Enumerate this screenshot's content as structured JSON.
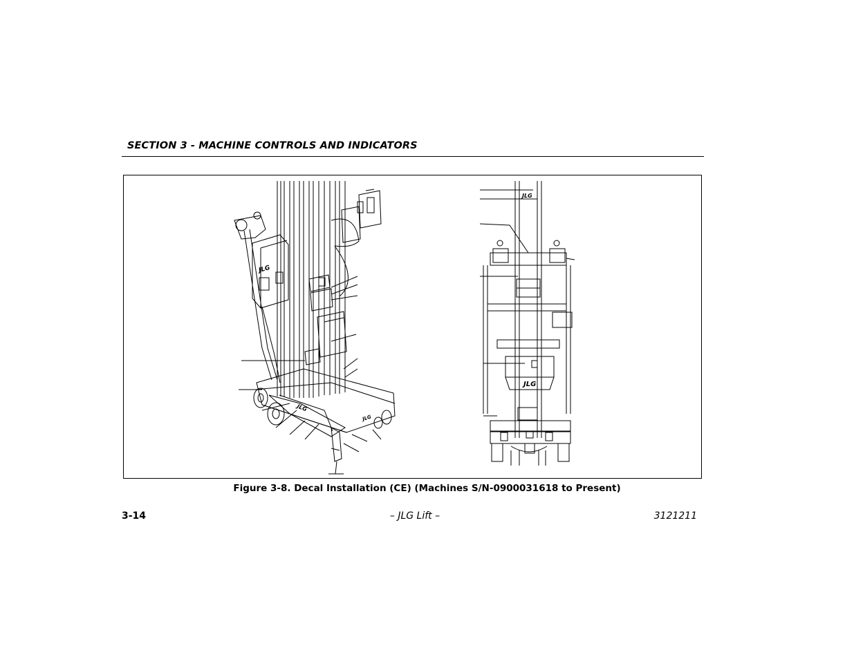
{
  "header": {
    "section_title": "SECTION 3 - MACHINE CONTROLS AND INDICATORS"
  },
  "figure": {
    "caption": "Figure 3-8.  Decal Installation (CE) (Machines S/N-0900031618 to Present)",
    "logo_text": "JLG"
  },
  "footer": {
    "page_number": "3-14",
    "center_text": "– JLG Lift –",
    "document_number": "3121211"
  }
}
